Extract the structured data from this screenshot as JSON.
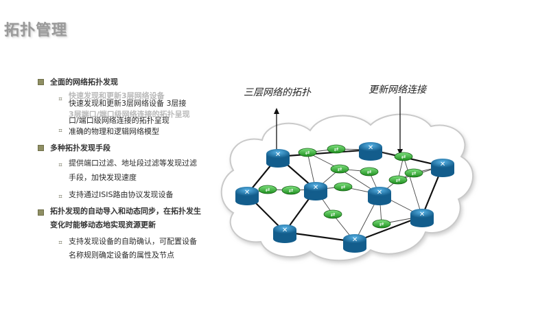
{
  "page": {
    "title": "拓扑管理"
  },
  "bullets": [
    {
      "text": "全面的网络拓扑发现",
      "sub": [
        {
          "ghost": "快速发现和更新3层网络设备",
          "text": "快速发现和更新3层网络设备 3层接"
        },
        {
          "ghost": "3层端口/端口级网络连接的拓扑呈现",
          "text": "口/端口级网络连接的拓扑呈现"
        },
        {
          "text": "准确的物理和逻辑网络模型"
        }
      ]
    },
    {
      "text": "多种拓扑发现手段",
      "sub": [
        {
          "text": "提供端口过滤、地址段过滤等发现过滤",
          "text2": "手段，加快发现速度"
        },
        {
          "text": "支持通过ISIS路由协议发现设备"
        }
      ]
    },
    {
      "text": "拓扑发现的自动导入和动态同步，在拓扑发生",
      "text2": "变化时能够动态地实现资源更新",
      "sub": [
        {
          "text": "支持发现设备的自助确认，可配置设备",
          "text2": "名称规则确定设备的属性及节点"
        }
      ]
    }
  ],
  "diagram": {
    "callout_left": "三层网络的拓扑",
    "callout_right": "更新网络连接",
    "colors": {
      "router": "#1f7fb5",
      "switch": "#2fae2f",
      "cloud_fill": "#ffffff",
      "cloud_stroke": "#c9c9c9"
    }
  }
}
